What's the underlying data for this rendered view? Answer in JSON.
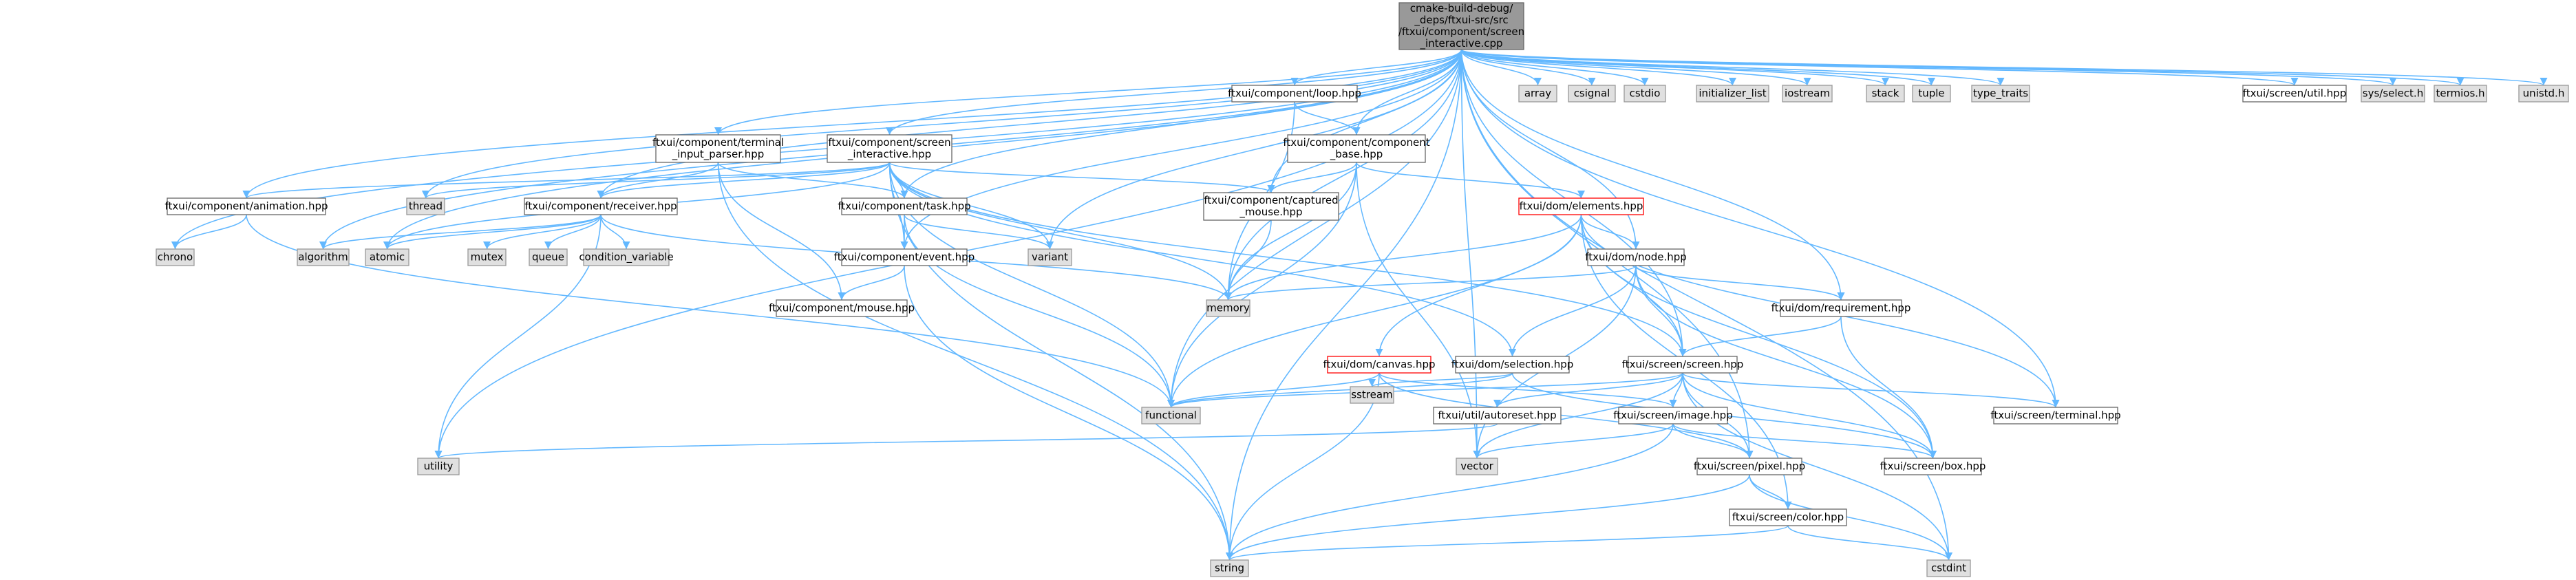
{
  "colors": {
    "edge": "#63b8ff",
    "edge_red": "#ff5a3c",
    "root_fill": "#999999",
    "node_fill": "#ffffff",
    "system_fill": "#e0e0e0",
    "node_border": "#666666",
    "system_border": "#999999",
    "incomplete_border": "#ff0000"
  },
  "root": {
    "id": "root",
    "lines": [
      "cmake-build-debug/",
      "_deps/ftxui-src/src",
      "/ftxui/component/screen",
      "_interactive.cpp"
    ]
  },
  "nodes": [
    {
      "id": "util_hpp",
      "lines": [
        "ftxui/screen/util.hpp"
      ],
      "kind": "local"
    },
    {
      "id": "sys_select",
      "lines": [
        "sys/select.h"
      ],
      "kind": "system"
    },
    {
      "id": "termios",
      "lines": [
        "termios.h"
      ],
      "kind": "system"
    },
    {
      "id": "unistd",
      "lines": [
        "unistd.h"
      ],
      "kind": "system"
    },
    {
      "id": "array",
      "lines": [
        "array"
      ],
      "kind": "system"
    },
    {
      "id": "csignal",
      "lines": [
        "csignal"
      ],
      "kind": "system"
    },
    {
      "id": "cstdio",
      "lines": [
        "cstdio"
      ],
      "kind": "system"
    },
    {
      "id": "initializer_list",
      "lines": [
        "initializer_list"
      ],
      "kind": "system"
    },
    {
      "id": "iostream",
      "lines": [
        "iostream"
      ],
      "kind": "system"
    },
    {
      "id": "stack",
      "lines": [
        "stack"
      ],
      "kind": "system"
    },
    {
      "id": "tuple",
      "lines": [
        "tuple"
      ],
      "kind": "system"
    },
    {
      "id": "type_traits",
      "lines": [
        "type_traits"
      ],
      "kind": "system"
    },
    {
      "id": "loop",
      "lines": [
        "ftxui/component/loop.hpp"
      ],
      "kind": "local"
    },
    {
      "id": "component_base",
      "lines": [
        "ftxui/component/component",
        "_base.hpp"
      ],
      "kind": "local"
    },
    {
      "id": "terminal_input",
      "lines": [
        "ftxui/component/terminal",
        "_input_parser.hpp"
      ],
      "kind": "local"
    },
    {
      "id": "screen_interactive",
      "lines": [
        "ftxui/component/screen",
        "_interactive.hpp"
      ],
      "kind": "local"
    },
    {
      "id": "animation",
      "lines": [
        "ftxui/component/animation.hpp"
      ],
      "kind": "local"
    },
    {
      "id": "thread",
      "lines": [
        "thread"
      ],
      "kind": "system"
    },
    {
      "id": "receiver",
      "lines": [
        "ftxui/component/receiver.hpp"
      ],
      "kind": "local"
    },
    {
      "id": "task",
      "lines": [
        "ftxui/component/task.hpp"
      ],
      "kind": "local"
    },
    {
      "id": "captured_mouse",
      "lines": [
        "ftxui/component/captured",
        "_mouse.hpp"
      ],
      "kind": "local"
    },
    {
      "id": "elements",
      "lines": [
        "ftxui/dom/elements.hpp"
      ],
      "kind": "incomplete"
    },
    {
      "id": "chrono",
      "lines": [
        "chrono"
      ],
      "kind": "system"
    },
    {
      "id": "algorithm",
      "lines": [
        "algorithm"
      ],
      "kind": "system"
    },
    {
      "id": "atomic",
      "lines": [
        "atomic"
      ],
      "kind": "system"
    },
    {
      "id": "mutex",
      "lines": [
        "mutex"
      ],
      "kind": "system"
    },
    {
      "id": "queue",
      "lines": [
        "queue"
      ],
      "kind": "system"
    },
    {
      "id": "condition_variable",
      "lines": [
        "condition_variable"
      ],
      "kind": "system"
    },
    {
      "id": "variant",
      "lines": [
        "variant"
      ],
      "kind": "system"
    },
    {
      "id": "event",
      "lines": [
        "ftxui/component/event.hpp"
      ],
      "kind": "local"
    },
    {
      "id": "node",
      "lines": [
        "ftxui/dom/node.hpp"
      ],
      "kind": "local"
    },
    {
      "id": "memory",
      "lines": [
        "memory"
      ],
      "kind": "system"
    },
    {
      "id": "mouse",
      "lines": [
        "ftxui/component/mouse.hpp"
      ],
      "kind": "local"
    },
    {
      "id": "requirement",
      "lines": [
        "ftxui/dom/requirement.hpp"
      ],
      "kind": "local"
    },
    {
      "id": "canvas",
      "lines": [
        "ftxui/dom/canvas.hpp"
      ],
      "kind": "incomplete"
    },
    {
      "id": "selection",
      "lines": [
        "ftxui/dom/selection.hpp"
      ],
      "kind": "local"
    },
    {
      "id": "screen",
      "lines": [
        "ftxui/screen/screen.hpp"
      ],
      "kind": "local"
    },
    {
      "id": "sstream",
      "lines": [
        "sstream"
      ],
      "kind": "system"
    },
    {
      "id": "functional",
      "lines": [
        "functional"
      ],
      "kind": "system"
    },
    {
      "id": "autoreset",
      "lines": [
        "ftxui/util/autoreset.hpp"
      ],
      "kind": "local"
    },
    {
      "id": "image",
      "lines": [
        "ftxui/screen/image.hpp"
      ],
      "kind": "local"
    },
    {
      "id": "terminal",
      "lines": [
        "ftxui/screen/terminal.hpp"
      ],
      "kind": "local"
    },
    {
      "id": "utility",
      "lines": [
        "utility"
      ],
      "kind": "system"
    },
    {
      "id": "vector",
      "lines": [
        "vector"
      ],
      "kind": "system"
    },
    {
      "id": "pixel",
      "lines": [
        "ftxui/screen/pixel.hpp"
      ],
      "kind": "local"
    },
    {
      "id": "box",
      "lines": [
        "ftxui/screen/box.hpp"
      ],
      "kind": "local"
    },
    {
      "id": "color",
      "lines": [
        "ftxui/screen/color.hpp"
      ],
      "kind": "local"
    },
    {
      "id": "string",
      "lines": [
        "string"
      ],
      "kind": "system"
    },
    {
      "id": "cstdint",
      "lines": [
        "cstdint"
      ],
      "kind": "system"
    }
  ],
  "edges": [
    [
      "root",
      "util_hpp"
    ],
    [
      "root",
      "sys_select"
    ],
    [
      "root",
      "termios"
    ],
    [
      "root",
      "unistd"
    ],
    [
      "root",
      "array"
    ],
    [
      "root",
      "csignal"
    ],
    [
      "root",
      "cstdio"
    ],
    [
      "root",
      "initializer_list"
    ],
    [
      "root",
      "iostream"
    ],
    [
      "root",
      "stack"
    ],
    [
      "root",
      "tuple"
    ],
    [
      "root",
      "type_traits"
    ],
    [
      "root",
      "loop"
    ],
    [
      "root",
      "component_base"
    ],
    [
      "root",
      "terminal_input"
    ],
    [
      "root",
      "screen_interactive"
    ],
    [
      "root",
      "animation"
    ],
    [
      "root",
      "thread"
    ],
    [
      "root",
      "receiver"
    ],
    [
      "root",
      "task"
    ],
    [
      "root",
      "captured_mouse"
    ],
    [
      "root",
      "event"
    ],
    [
      "root",
      "node"
    ],
    [
      "root",
      "requirement"
    ],
    [
      "root",
      "screen"
    ],
    [
      "root",
      "terminal"
    ],
    [
      "root",
      "pixel"
    ],
    [
      "root",
      "memory"
    ],
    [
      "root",
      "variant"
    ],
    [
      "root",
      "functional"
    ],
    [
      "root",
      "vector"
    ],
    [
      "root",
      "string"
    ],
    [
      "root",
      "cstdint"
    ],
    [
      "root",
      "utility"
    ],
    [
      "root",
      "chrono"
    ],
    [
      "root",
      "algorithm"
    ],
    [
      "root",
      "atomic"
    ],
    [
      "loop",
      "component_base"
    ],
    [
      "loop",
      "memory"
    ],
    [
      "component_base",
      "captured_mouse"
    ],
    [
      "component_base",
      "elements"
    ],
    [
      "component_base",
      "memory"
    ],
    [
      "component_base",
      "functional"
    ],
    [
      "component_base",
      "vector"
    ],
    [
      "terminal_input",
      "task"
    ],
    [
      "terminal_input",
      "mouse"
    ],
    [
      "terminal_input",
      "string"
    ],
    [
      "terminal_input",
      "receiver"
    ],
    [
      "screen_interactive",
      "animation"
    ],
    [
      "screen_interactive",
      "receiver"
    ],
    [
      "screen_interactive",
      "task"
    ],
    [
      "screen_interactive",
      "captured_mouse"
    ],
    [
      "screen_interactive",
      "event"
    ],
    [
      "screen_interactive",
      "screen"
    ],
    [
      "screen_interactive",
      "selection"
    ],
    [
      "screen_interactive",
      "memory"
    ],
    [
      "screen_interactive",
      "variant"
    ],
    [
      "screen_interactive",
      "functional"
    ],
    [
      "screen_interactive",
      "string"
    ],
    [
      "screen_interactive",
      "atomic"
    ],
    [
      "screen_interactive",
      "thread"
    ],
    [
      "animation",
      "chrono"
    ],
    [
      "animation",
      "functional"
    ],
    [
      "receiver",
      "algorithm"
    ],
    [
      "receiver",
      "atomic"
    ],
    [
      "receiver",
      "mutex"
    ],
    [
      "receiver",
      "queue"
    ],
    [
      "receiver",
      "condition_variable"
    ],
    [
      "receiver",
      "memory"
    ],
    [
      "receiver",
      "utility"
    ],
    [
      "task",
      "variant"
    ],
    [
      "task",
      "functional"
    ],
    [
      "task",
      "event"
    ],
    [
      "captured_mouse",
      "memory"
    ],
    [
      "event",
      "mouse"
    ],
    [
      "event",
      "string"
    ],
    [
      "elements",
      "node"
    ],
    [
      "elements",
      "canvas"
    ],
    [
      "elements",
      "memory"
    ],
    [
      "elements",
      "functional"
    ],
    [
      "elements",
      "box"
    ],
    [
      "elements",
      "color"
    ],
    [
      "elements",
      "terminal"
    ],
    [
      "elements",
      "screen"
    ],
    [
      "node",
      "requirement"
    ],
    [
      "node",
      "selection"
    ],
    [
      "node",
      "screen"
    ],
    [
      "node",
      "memory"
    ],
    [
      "node",
      "vector"
    ],
    [
      "node",
      "box"
    ],
    [
      "requirement",
      "screen"
    ],
    [
      "requirement",
      "box"
    ],
    [
      "canvas",
      "functional"
    ],
    [
      "canvas",
      "image"
    ],
    [
      "canvas",
      "pixel"
    ],
    [
      "canvas",
      "string"
    ],
    [
      "selection",
      "functional"
    ],
    [
      "selection",
      "box"
    ],
    [
      "selection",
      "sstream"
    ],
    [
      "screen",
      "functional"
    ],
    [
      "screen",
      "image"
    ],
    [
      "screen",
      "terminal"
    ],
    [
      "screen",
      "autoreset"
    ],
    [
      "screen",
      "pixel"
    ],
    [
      "screen",
      "box"
    ],
    [
      "screen",
      "vector"
    ],
    [
      "screen",
      "cstdint"
    ],
    [
      "autoreset",
      "utility"
    ],
    [
      "image",
      "pixel"
    ],
    [
      "image",
      "box"
    ],
    [
      "image",
      "vector"
    ],
    [
      "image",
      "string"
    ],
    [
      "pixel",
      "color"
    ],
    [
      "pixel",
      "string"
    ],
    [
      "pixel",
      "cstdint"
    ],
    [
      "color",
      "string"
    ],
    [
      "color",
      "cstdint"
    ]
  ]
}
